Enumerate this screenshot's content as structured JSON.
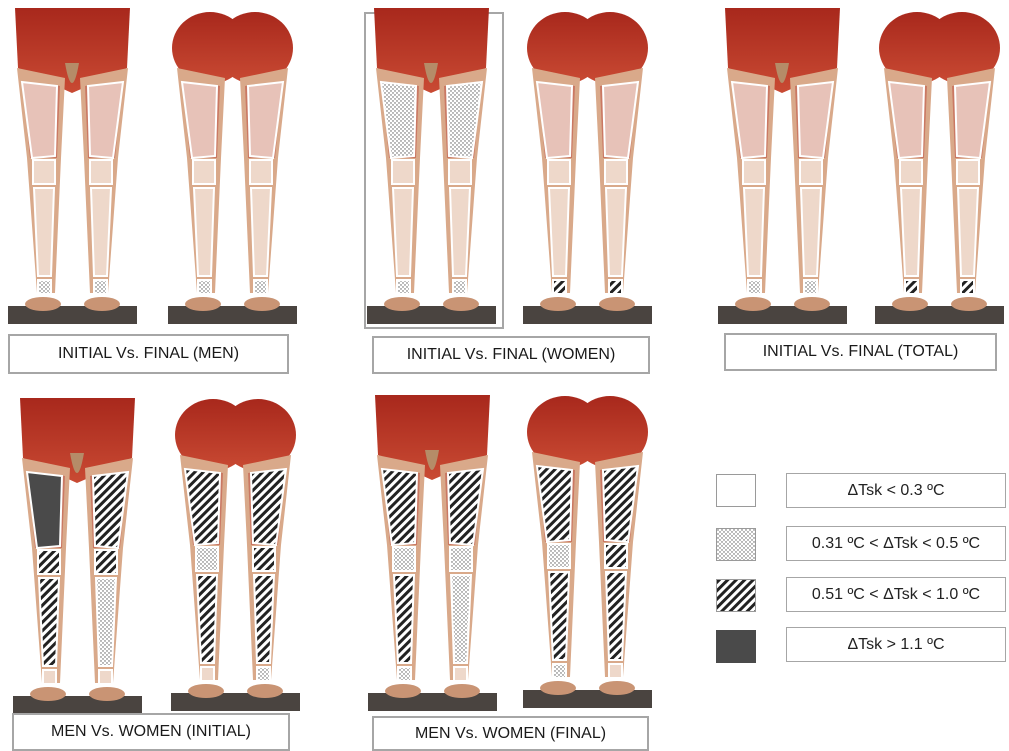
{
  "panels": [
    {
      "caption": "INITIAL Vs. FINAL (MEN)"
    },
    {
      "caption": "INITIAL Vs. FINAL (WOMEN)"
    },
    {
      "caption": "INITIAL Vs. FINAL (TOTAL)"
    },
    {
      "caption": "MEN Vs. WOMEN (INITIAL)"
    },
    {
      "caption": "MEN Vs. WOMEN (FINAL)"
    }
  ],
  "legend": [
    {
      "label": "ΔTsk < 0.3 ºC",
      "fill": "none"
    },
    {
      "label": "0.31 ºC < ΔTsk < 0.5 ºC",
      "fill": "dots"
    },
    {
      "label": "0.51 ºC < ΔTsk < 1.0 ºC",
      "fill": "hatch"
    },
    {
      "label": "ΔTsk > 1.1 ºC",
      "fill": "solid"
    }
  ],
  "colors": {
    "muscle": "#c0392b",
    "skin": "#d8a27a",
    "hatch": "#222222",
    "solid": "#4a4a4a",
    "border": "#a6a6a6"
  }
}
